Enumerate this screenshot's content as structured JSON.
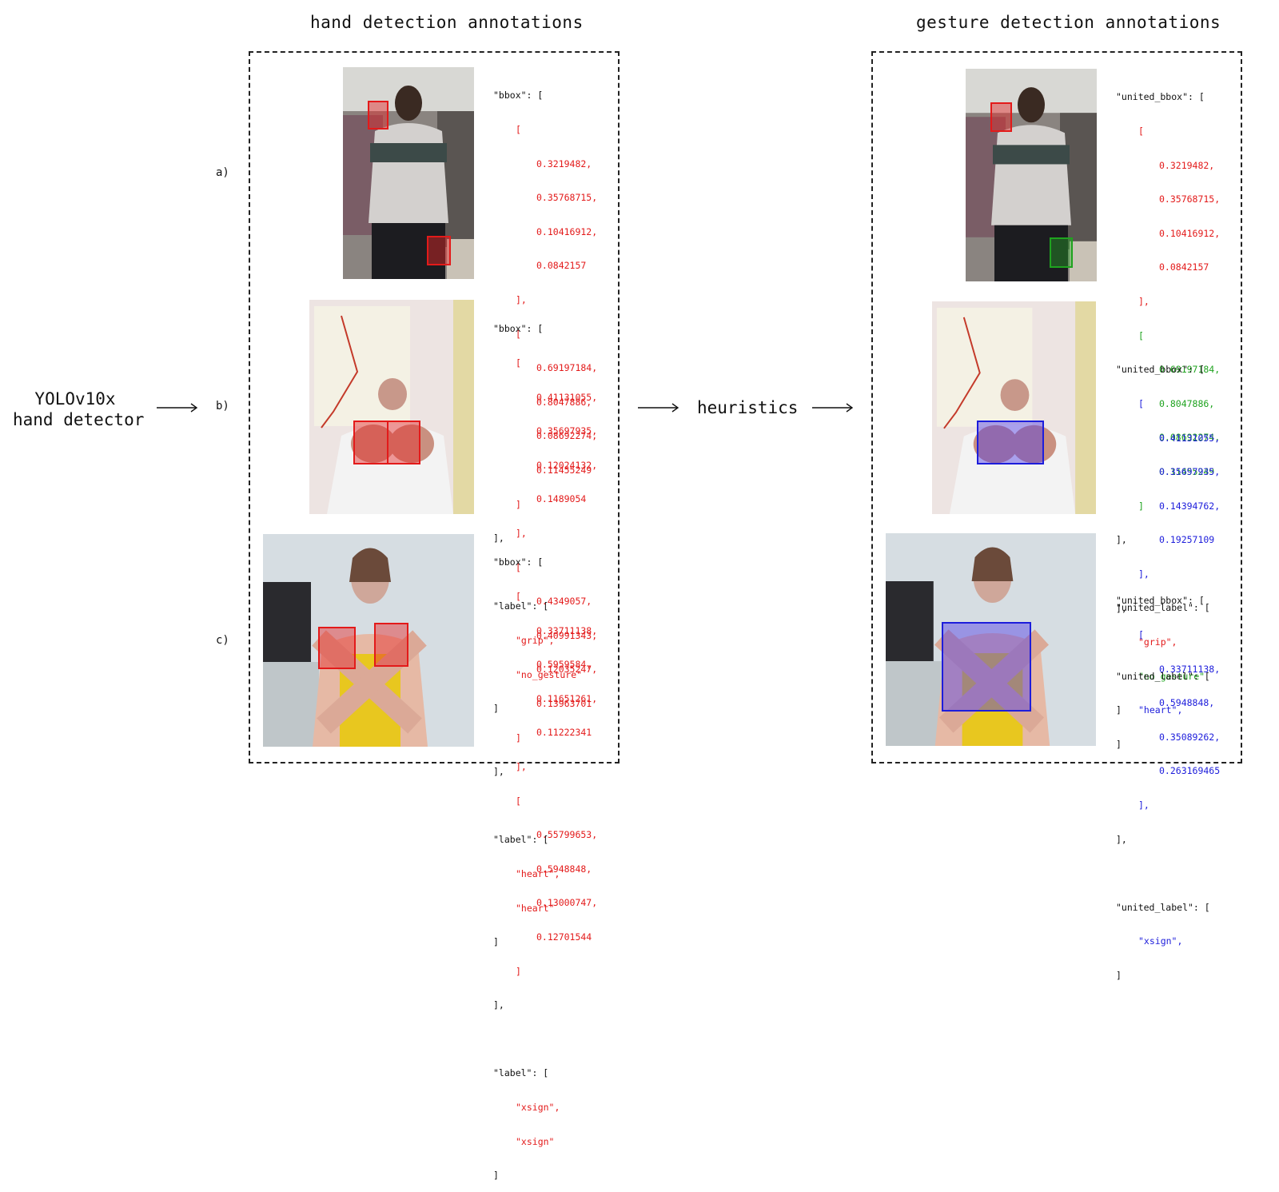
{
  "titles": {
    "left": "hand detection annotations",
    "right": "gesture detection annotations"
  },
  "detector": {
    "line1": "YOLOv10x",
    "line2": "hand detector"
  },
  "heuristics": "heuristics",
  "row_labels": [
    "a)",
    "b)",
    "c)"
  ],
  "hand": {
    "a": {
      "bbox_key": "\"bbox\": [",
      "boxes": [
        [
          "0.3219482,",
          "0.35768715,",
          "0.10416912,",
          "0.0842157"
        ],
        [
          "0.69197184,",
          "0.8047886,",
          "0.08692274,",
          "0.11455249"
        ]
      ],
      "label_key": "\"label\": [",
      "labels": [
        "\"grip\",",
        "\"no_gesture\""
      ]
    },
    "b": {
      "bbox_key": "\"bbox\": [",
      "boxes": [
        [
          "0.41131055,",
          "0.35697935,",
          "0.12024132,",
          "0.1489054"
        ],
        [
          "0.4349057,",
          "0.40991343,",
          "0.12035247,",
          "0.13963701"
        ]
      ],
      "label_key": "\"label\": [",
      "labels": [
        "\"heart\",",
        "\"heart\""
      ]
    },
    "c": {
      "bbox_key": "\"bbox\": [",
      "boxes": [
        [
          "0.33711138,",
          "0.5959584,",
          "0.11651261,",
          "0.11222341"
        ],
        [
          "0.55799653,",
          "0.5948848,",
          "0.13000747,",
          "0.12701544"
        ]
      ],
      "label_key": "\"label\": [",
      "labels": [
        "\"xsign\",",
        "\"xsign\""
      ]
    }
  },
  "gesture": {
    "a": {
      "bbox_key": "\"united_bbox\": [",
      "boxes": [
        [
          "0.3219482,",
          "0.35768715,",
          "0.10416912,",
          "0.0842157"
        ],
        [
          "0.69197184,",
          "0.8047886,",
          "0.08692274,",
          "0.11455249"
        ]
      ],
      "label_key": "\"united_label\": [",
      "labels": [
        "\"grip\",",
        "\"no_gesture\""
      ]
    },
    "b": {
      "bbox_key": "\"united_bbox\": [",
      "boxes": [
        [
          "0.41131055,",
          "0.35697935,",
          "0.14394762,",
          "0.19257109"
        ]
      ],
      "label_key": "\"united_label\": [",
      "labels": [
        "\"heart\","
      ]
    },
    "c": {
      "bbox_key": "\"united_bbox\": [",
      "boxes": [
        [
          "0.33711138,",
          "0.5948848,",
          "0.35089262,",
          "0.263169465"
        ]
      ],
      "label_key": "\"united_label\": [",
      "labels": [
        "\"xsign\","
      ]
    }
  },
  "punct": {
    "open": "[",
    "close_comma": "],",
    "close": "]"
  },
  "colors": {
    "red": "#e31a1a",
    "green": "#1fa31f",
    "blue": "#1d1ddb",
    "frame": "#222222"
  }
}
